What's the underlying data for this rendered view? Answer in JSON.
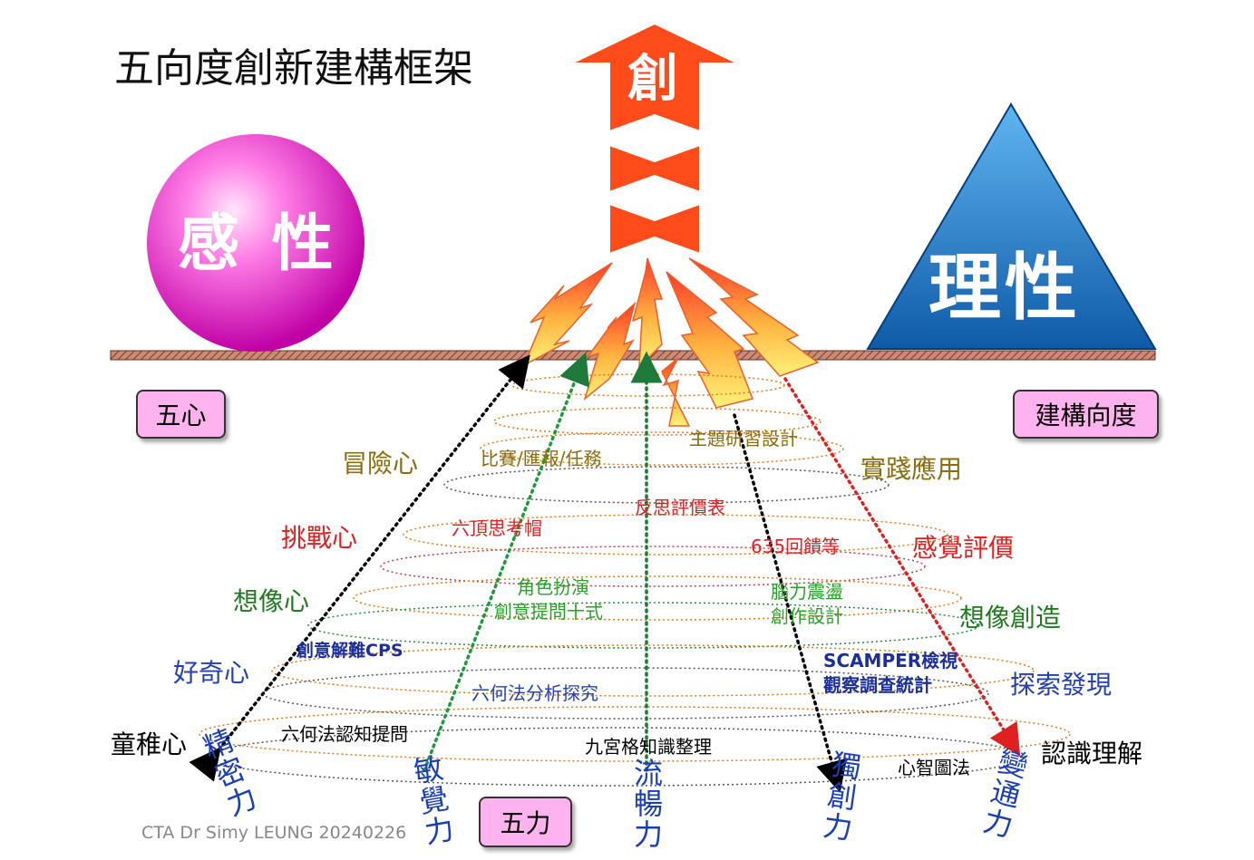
{
  "title": "五向度創新建構框架",
  "creation_arrow": "創",
  "sensibility": "感 性",
  "rationality": "理性",
  "five_hearts_box": "五心",
  "dimension_box": "建構向度",
  "five_powers_box": "五力",
  "hearts": [
    {
      "label": "冒險心",
      "color": "#8a6d0c"
    },
    {
      "label": "挑戰心",
      "color": "#e02020"
    },
    {
      "label": "想像心",
      "color": "#1f7a1f"
    },
    {
      "label": "好奇心",
      "color": "#2340b0"
    },
    {
      "label": "童稚心",
      "color": "#000000"
    }
  ],
  "dimensions": [
    {
      "label": "實踐應用",
      "color": "#8a6d0c"
    },
    {
      "label": "感覺評價",
      "color": "#e02020"
    },
    {
      "label": "想像創造",
      "color": "#1f7a1f"
    },
    {
      "label": "探索發現",
      "color": "#2340b0"
    },
    {
      "label": "認識理解",
      "color": "#000000"
    }
  ],
  "tools": {
    "t1": "主題研習設計",
    "t2": "比賽/匯報/任務",
    "t3": "反思評價表",
    "t4": "六頂思考帽",
    "t5": "635回饋等",
    "t6a": "角色扮演",
    "t6b": "創意提問十式",
    "t7a": "腦力震盪",
    "t7b": "創作設計",
    "t8": "創意解難CPS",
    "t9a": "SCAMPER檢視",
    "t9b": "觀察調查統計",
    "t10": "六何法分析探究",
    "t11": "六何法認知提問",
    "t12": "九宮格知識整理",
    "t13": "心智圖法"
  },
  "powers": [
    "精密力",
    "敏覺力",
    "流暢力",
    "獨創力",
    "變通力"
  ],
  "credit": "CTA Dr Simy LEUNG 20240226"
}
